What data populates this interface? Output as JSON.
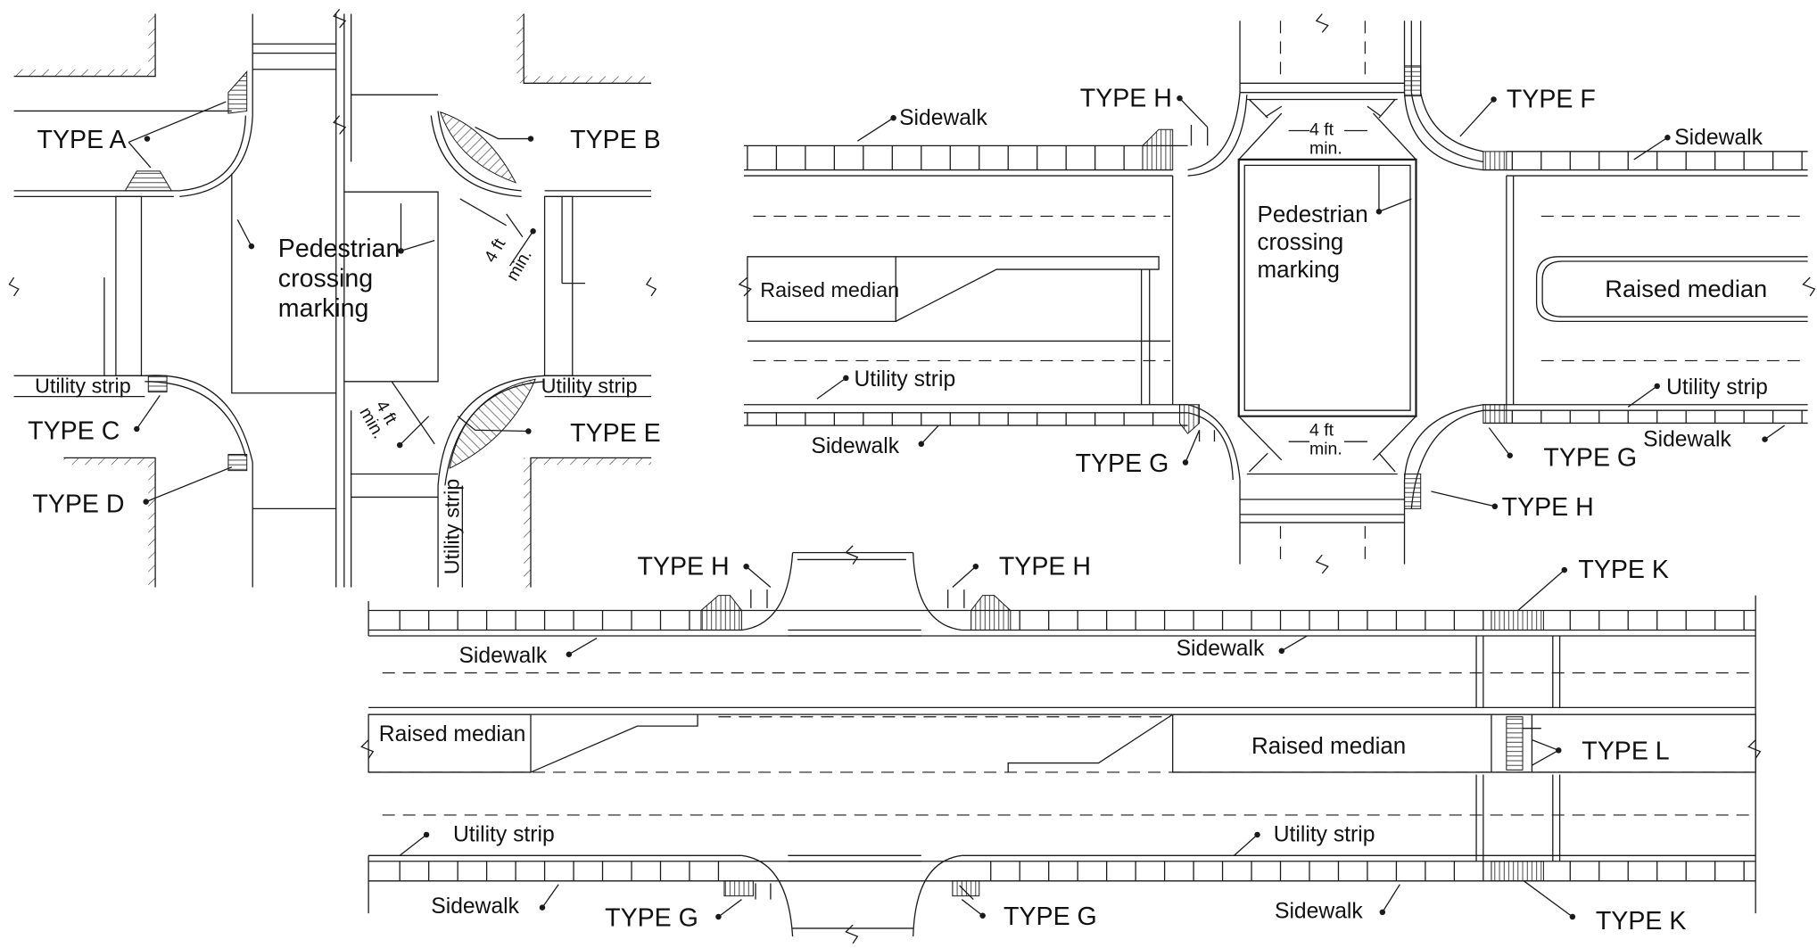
{
  "diagram1": {
    "type_a": "TYPE A",
    "type_b": "TYPE B",
    "type_c": "TYPE C",
    "type_d": "TYPE D",
    "type_e": "TYPE E",
    "ped_line1": "Pedestrian",
    "ped_line2": "crossing",
    "ped_line3": "marking",
    "utility_left": "Utility strip",
    "utility_right": "Utility strip",
    "utility_vertical": "Utility strip",
    "dim_top_1": "4 ft",
    "dim_top_2": "min.",
    "dim_bottom_1": "4 ft",
    "dim_bottom_2": "min."
  },
  "diagram2": {
    "type_h_top": "TYPE H",
    "type_f": "TYPE F",
    "sidewalk_top_left": "Sidewalk",
    "sidewalk_top_right": "Sidewalk",
    "dim_top_1": "4 ft",
    "dim_top_2": "min.",
    "ped_line1": "Pedestrian",
    "ped_line2": "crossing",
    "ped_line3": "marking",
    "raised_median_left": "Raised median",
    "raised_median_right": "Raised median",
    "utility_left": "Utility strip",
    "utility_right": "Utility strip",
    "sidewalk_bottom_left": "Sidewalk",
    "sidewalk_bottom_right": "Sidewalk",
    "dim_bottom_1": "4 ft",
    "dim_bottom_2": "min.",
    "type_g_left": "TYPE G",
    "type_g_right": "TYPE G",
    "type_h_bottom": "TYPE H"
  },
  "diagram3": {
    "type_h_left": "TYPE H",
    "type_h_right": "TYPE H",
    "type_k_top": "TYPE K",
    "sidewalk_top_left": "Sidewalk",
    "sidewalk_top_right": "Sidewalk",
    "raised_median_left": "Raised median",
    "raised_median_right": "Raised median",
    "type_l": "TYPE L",
    "utility_left": "Utility strip",
    "utility_right": "Utility strip",
    "sidewalk_bottom_left": "Sidewalk",
    "sidewalk_bottom_right": "Sidewalk",
    "type_g_left": "TYPE G",
    "type_g_right": "TYPE G",
    "type_k_bottom": "TYPE K"
  }
}
